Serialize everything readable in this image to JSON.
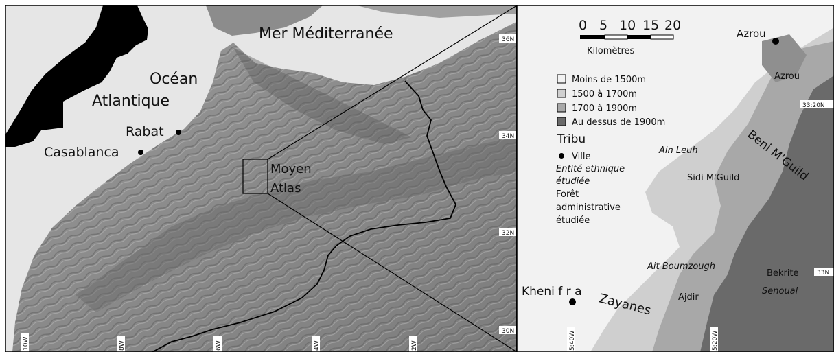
{
  "left_map": {
    "sea_label": "Mer Méditerranée",
    "ocean_line1": "Océan",
    "ocean_line2": "Atlantique",
    "region_line1": "Moyen",
    "region_line2": "Atlas",
    "cities": [
      {
        "name": "Rabat"
      },
      {
        "name": "Casablanca"
      }
    ],
    "lat_labels": [
      "36N",
      "34N",
      "32N",
      "30N"
    ],
    "lon_labels": [
      "10W",
      "8W",
      "6W",
      "4W",
      "2W"
    ]
  },
  "right_map": {
    "scale": {
      "ticks": [
        "0",
        "5",
        "10",
        "15",
        "20"
      ],
      "unit": "Kilomètres"
    },
    "legend": {
      "elevation": [
        {
          "label": "Moins de 1500m",
          "color": "#f2f2f2"
        },
        {
          "label": "1500 à 1700m",
          "color": "#cfcfcf"
        },
        {
          "label": "1700 à 1900m",
          "color": "#a8a8a8"
        },
        {
          "label": "Au dessus de 1900m",
          "color": "#6a6a6a"
        }
      ],
      "tribe": "Tribu",
      "city": "Ville",
      "ethnic_line1": "Entité ethnique",
      "ethnic_line2": "étudiée",
      "forest_line1": "Forêt",
      "forest_line2": "administrative",
      "forest_line3": "étudiée"
    },
    "places": {
      "azrou_city": "Azrou",
      "azrou_forest": "Azrou",
      "ain_leuh": "Ain Leuh",
      "sidi_mguild": "Sidi M'Guild",
      "beni_mguild": "Beni M'Guild",
      "ait_boumzough": "Ait Boumzough",
      "bekrite": "Bekrite",
      "senoual": "Senoual",
      "ajdir": "Ajdir",
      "khenifra": "Kheni f r a",
      "zayanes": "Zayanes"
    },
    "lat_labels": [
      "33:20N",
      "33N"
    ],
    "lon_labels": [
      "5:40W",
      "5:20W"
    ]
  }
}
